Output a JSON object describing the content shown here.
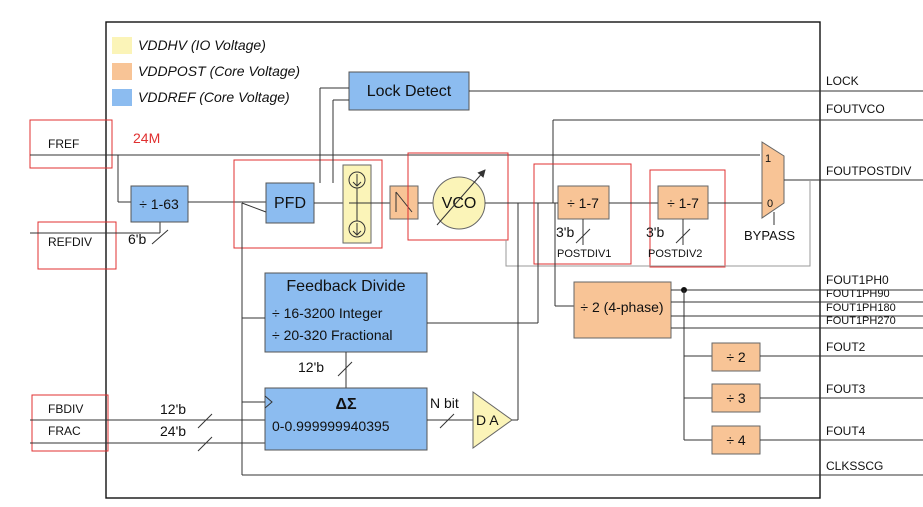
{
  "legend": {
    "io": "VDDHV (IO Voltage)",
    "post": "VDDPOST (Core Voltage)",
    "ref": "VDDREF (Core Voltage)",
    "colors": {
      "io": "#fbf4b8",
      "post": "#f8c496",
      "ref": "#8cbcf0"
    }
  },
  "inputs": {
    "fref": "FREF",
    "fref_freq": "24M",
    "refdiv": "REFDIV",
    "fbdiv": "FBDIV",
    "frac": "FRAC"
  },
  "blocks": {
    "lock_detect": "Lock Detect",
    "refdiv_block": "÷ 1-63",
    "refdiv_bits": "6'b",
    "pfd": "PFD",
    "vco": "VCO",
    "postdiv1": "÷ 1-7",
    "postdiv1_bits": "3'b",
    "postdiv1_label": "POSTDIV1",
    "postdiv2": "÷ 1-7",
    "postdiv2_bits": "3'b",
    "postdiv2_label": "POSTDIV2",
    "mux_in1": "1",
    "mux_in0": "0",
    "bypass": "BYPASS",
    "fb_title": "Feedback Divide",
    "fb_int": "÷ 16-3200 Integer",
    "fb_frac": "÷ 20-320 Fractional",
    "fb_bits": "12'b",
    "ds_title": "ΔΣ",
    "ds_range": "0-0.999999940395",
    "fbdiv_bits": "12'b",
    "frac_bits": "24'b",
    "n_bit": "N bit",
    "da": "D A",
    "div4phase": "÷ 2 (4-phase)",
    "div2": "÷ 2",
    "div3": "÷ 3",
    "div4": "÷ 4"
  },
  "outputs": {
    "lock": "LOCK",
    "foutvco": "FOUTVCO",
    "foutpostdiv": "FOUTPOSTDIV",
    "fout1ph0": "FOUT1PH0",
    "fout1ph90": "FOUT1PH90",
    "fout1ph180": "FOUT1PH180",
    "fout1ph270": "FOUT1PH270",
    "fout2": "FOUT2",
    "fout3": "FOUT3",
    "fout4": "FOUT4",
    "clksscg": "CLKSSCG"
  }
}
